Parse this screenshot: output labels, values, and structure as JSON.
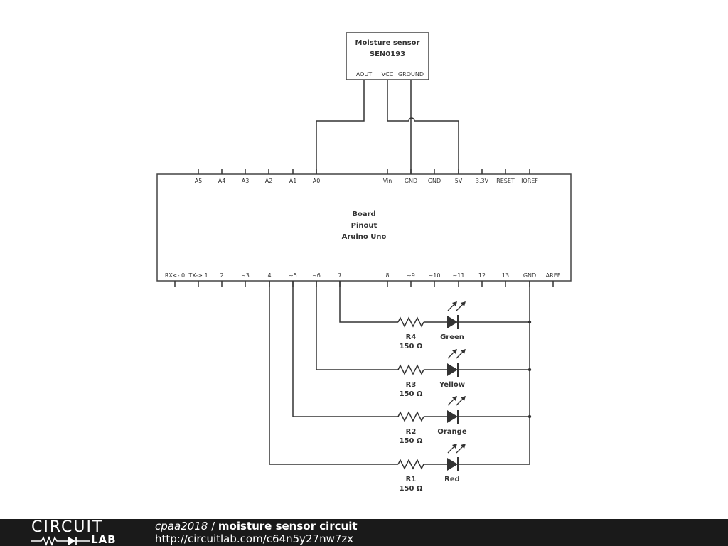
{
  "sensor": {
    "name": "Moisture sensor",
    "model": "SEN0193",
    "pins": [
      "AOUT",
      "VCC",
      "GROUND"
    ]
  },
  "board": {
    "title_lines": [
      "Board",
      "Pinout",
      "Aruino Uno"
    ],
    "top_pins": [
      "A5",
      "A4",
      "A3",
      "A2",
      "A1",
      "A0",
      "Vin",
      "GND",
      "GND",
      "5V",
      "3.3V",
      "RESET",
      "IOREF"
    ],
    "bottom_pins": [
      "RX<- 0",
      "TX-> 1",
      "2",
      "~3",
      "4",
      "~5",
      "~6",
      "7",
      "8",
      "~9",
      "~10",
      "~11",
      "12",
      "13",
      "GND",
      "AREF"
    ]
  },
  "led_rows": [
    {
      "resistor": "R4",
      "value": "150 Ω",
      "led": "Green"
    },
    {
      "resistor": "R3",
      "value": "150 Ω",
      "led": "Yellow"
    },
    {
      "resistor": "R2",
      "value": "150 Ω",
      "led": "Orange"
    },
    {
      "resistor": "R1",
      "value": "150 Ω",
      "led": "Red"
    }
  ],
  "footer": {
    "logo_top": "CIRCUIT",
    "logo_bottom": "LAB",
    "user": "cpaa2018",
    "separator": " / ",
    "project": "moisture sensor circuit",
    "url": "http://circuitlab.com/c64n5y27nw7zx"
  }
}
